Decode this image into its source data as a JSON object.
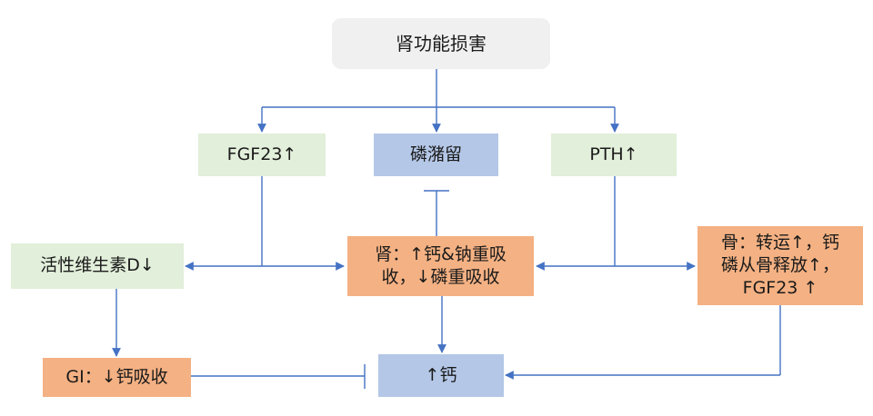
{
  "nodes": {
    "kidney_damage": "肾功能损害",
    "fgf23_up": "FGF23↑",
    "phosphate_retention": "磷潴留",
    "pth_up": "PTH↑",
    "active_vitamin_d": "活性维生素D↓",
    "kidney_effect_line1": "肾：↑钙&钠重吸",
    "kidney_effect_line2": "收，↓磷重吸收",
    "bone_effect_line1": "骨：转运↑，钙",
    "bone_effect_line2": "磷从骨释放↑，",
    "bone_effect_line3": "FGF23 ↑",
    "gi_effect": "GI：↓钙吸收",
    "calcium_up": "↑钙"
  },
  "colors": {
    "arrow": "#4472c4",
    "green_fill": "#e2efda",
    "blue_fill": "#b4c7e7",
    "orange_fill": "#f4b183",
    "gray_fill": "#f0f0f0"
  }
}
